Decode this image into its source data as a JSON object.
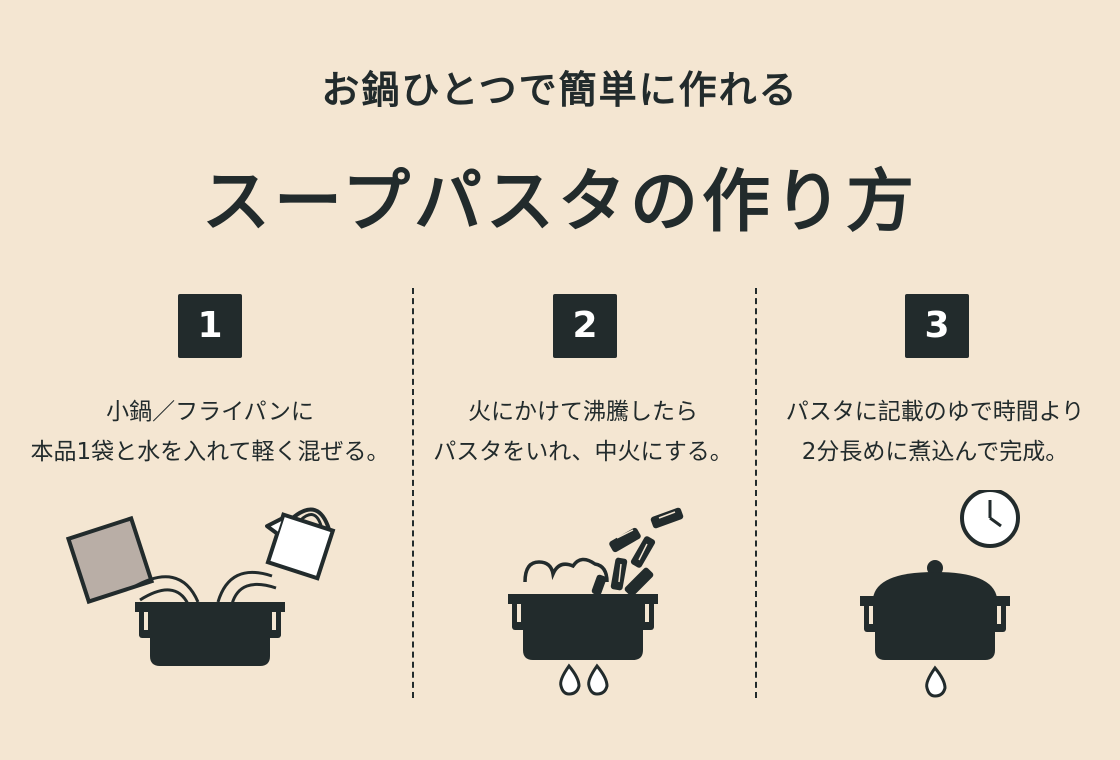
{
  "header": {
    "subtitle": "お鍋ひとつで簡単に作れる",
    "title": "スープパスタの作り方"
  },
  "steps": [
    {
      "number": "1",
      "lines": [
        "小鍋／フライパンに",
        "本品1袋と水を入れて軽く混ぜる。"
      ],
      "illustration_icon": "pot-pour-icon"
    },
    {
      "number": "2",
      "lines": [
        "火にかけて沸騰したら",
        "パスタをいれ、中火にする。"
      ],
      "illustration_icon": "pot-boil-icon"
    },
    {
      "number": "3",
      "lines": [
        "パスタに記載のゆで時間より",
        "2分長めに煮込んで完成。"
      ],
      "illustration_icon": "pot-timer-icon"
    }
  ],
  "colors": {
    "background": "#f4e6d2",
    "ink": "#222b2c",
    "packet": "#b9aea6",
    "white": "#ffffff"
  }
}
